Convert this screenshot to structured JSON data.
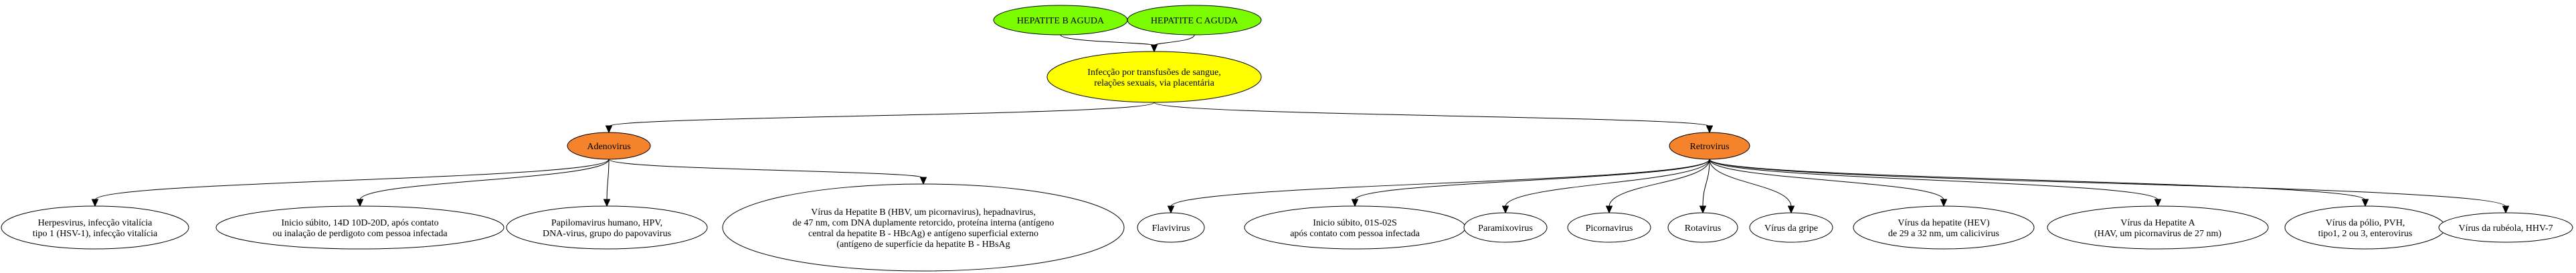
{
  "colors": {
    "hepatitis_fill": "#7cfc00",
    "root_fill": "#ffff00",
    "group_fill": "#f4832b",
    "leaf_fill": "#ffffff",
    "stroke": "#000000"
  },
  "nodes": {
    "hep_b": [
      "HEPATITE B AGUDA"
    ],
    "hep_c": [
      "HEPATITE C AGUDA"
    ],
    "root": [
      "Infecção por transfusões de sangue,",
      "relações sexuais, via placentária"
    ],
    "adenovirus": [
      "Adenovirus"
    ],
    "retrovirus": [
      "Retrovirus"
    ],
    "herpes": [
      "Herpesvirus, infecção vitalícia",
      "tipo 1 (HSV-1), infecção vitalícia"
    ],
    "inicio14": [
      "Inicio súbito, 14D 10D-20D, após contato",
      "ou inalação de perdigoto com pessoa infectada"
    ],
    "papiloma": [
      "Papilomavirus humano, HPV,",
      "DNA-virus, grupo do papovavirus"
    ],
    "hbv": [
      "Vírus da Hepatite B (HBV, um picornavirus), hepadnavirus,",
      "de 47 nm, com DNA duplamente retorcido, proteína interna (antígeno",
      "central da hepatite B - HBcAg) e antígeno superficial externo",
      "(antígeno de superfície da hepatite B - HBsAg"
    ],
    "flavi": [
      "Flavivirus"
    ],
    "inicio01": [
      "Inicio súbito, 01S-02S",
      "após contato com pessoa infectada"
    ],
    "paramixo": [
      "Paramixovirus"
    ],
    "picorna": [
      "Picornavirus"
    ],
    "rota": [
      "Rotavirus"
    ],
    "gripe": [
      "Vírus da gripe"
    ],
    "hev": [
      "Vírus da hepatite (HEV)",
      "de 29 a 32 nm, um calicivirus"
    ],
    "hav": [
      "Vírus da Hepatite A",
      "(HAV, um picornavirus de 27 nm)"
    ],
    "polio": [
      "Vírus da pólio, PVH,",
      "tipo1, 2 ou 3, enterovirus"
    ],
    "rubeola": [
      "Vírus da rubéola, HHV-7"
    ]
  },
  "edges": [
    [
      "hep_b",
      "root"
    ],
    [
      "hep_c",
      "root"
    ],
    [
      "root",
      "adenovirus"
    ],
    [
      "root",
      "retrovirus"
    ],
    [
      "adenovirus",
      "herpes"
    ],
    [
      "adenovirus",
      "inicio14"
    ],
    [
      "adenovirus",
      "papiloma"
    ],
    [
      "adenovirus",
      "hbv"
    ],
    [
      "retrovirus",
      "flavi"
    ],
    [
      "retrovirus",
      "inicio01"
    ],
    [
      "retrovirus",
      "paramixo"
    ],
    [
      "retrovirus",
      "picorna"
    ],
    [
      "retrovirus",
      "rota"
    ],
    [
      "retrovirus",
      "gripe"
    ],
    [
      "retrovirus",
      "hev"
    ],
    [
      "retrovirus",
      "hav"
    ],
    [
      "retrovirus",
      "polio"
    ],
    [
      "retrovirus",
      "rubeola"
    ]
  ]
}
